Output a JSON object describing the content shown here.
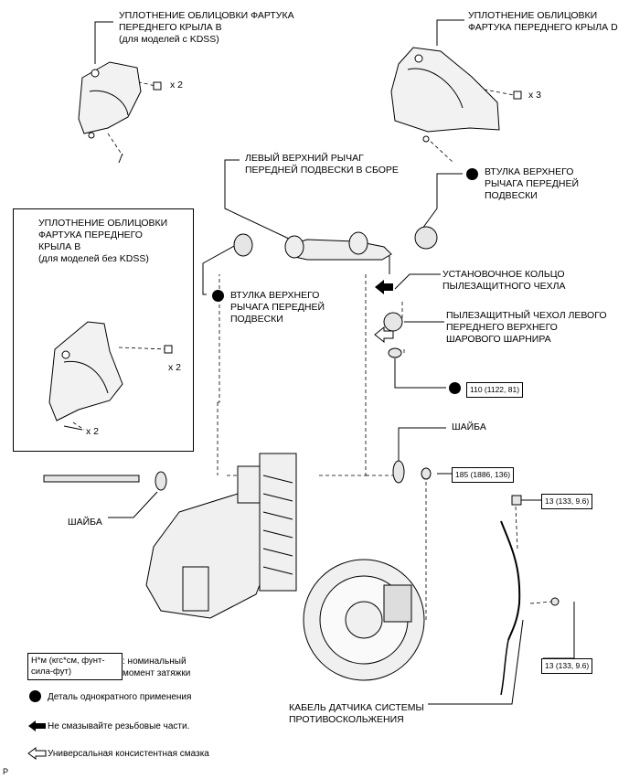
{
  "labels": {
    "seal_kdss": [
      "УПЛОТНЕНИЕ ОБЛИЦОВКИ ФАРТУКА",
      "ПЕРЕДНЕГО КРЫЛА B",
      "(для моделей с KDSS)"
    ],
    "seal_d": [
      "УПЛОТНЕНИЕ ОБЛИЦОВКИ",
      "ФАРТУКА ПЕРЕДНЕГО КРЫЛА D"
    ],
    "upper_arm": [
      "ЛЕВЫЙ ВЕРХНИЙ РЫЧАГ",
      "ПЕРЕДНЕЙ ПОДВЕСКИ В СБОРЕ"
    ],
    "bushing_right": [
      "ВТУЛКА ВЕРХНЕГО",
      "РЫЧАГА ПЕРЕДНЕЙ",
      "ПОДВЕСКИ"
    ],
    "seal_no_kdss": [
      "УПЛОТНЕНИЕ ОБЛИЦОВКИ",
      "ФАРТУКА ПЕРЕДНЕГО",
      "КРЫЛА B",
      "(для моделей без KDSS)"
    ],
    "bushing_left": [
      "ВТУЛКА ВЕРХНЕГО",
      "РЫЧАГА ПЕРЕДНЕЙ",
      "ПОДВЕСКИ"
    ],
    "ring": [
      "УСТАНОВОЧНОЕ КОЛЬЦО",
      "ПЫЛЕЗАЩИТНОГО ЧЕХЛА"
    ],
    "boot": [
      "ПЫЛЕЗАЩИТНЫЙ ЧЕХОЛ ЛЕВОГО",
      "ПЕРЕДНЕГО ВЕРХНЕГО",
      "ШАРОВОГО ШАРНИРА"
    ],
    "washer_right": "ШАЙБА",
    "washer_left": "ШАЙБА",
    "sensor_cable": [
      "КАБЕЛЬ ДАТЧИКА СИСТЕМЫ",
      "ПРОТИВОСКОЛЬЖЕНИЯ"
    ]
  },
  "qty": {
    "kdss_bolts": "x 2",
    "d_bolts": "x 3",
    "nokdss_bolts1": "x 2",
    "nokdss_bolts2": "x 2"
  },
  "torques": {
    "ball_joint": "110 (1122, 81)",
    "arm_nut": "185 (1886, 136)",
    "sensor_bolt1": "13 (133, 9.6)",
    "sensor_bolt2": "13 (133, 9.6)"
  },
  "legend": {
    "torque_box": [
      "Н*м (кгс*см, фунт-",
      "сила-фут)"
    ],
    "torque_desc": [
      ": номинальный",
      "момент затяжки"
    ],
    "one_time": "Деталь однократного применения",
    "no_grease": "Не смазывайте резьбовые части.",
    "grease": "Универсальная консистентная смазка"
  },
  "corner_mark": "P"
}
